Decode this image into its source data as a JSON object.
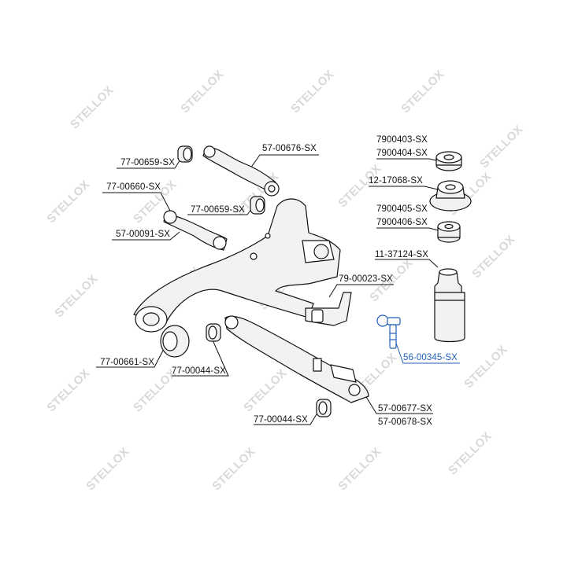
{
  "diagram": {
    "watermark_text": "STELLOX",
    "accent_color": "#1f5fb5",
    "line_color": "#111111",
    "part_fill": "#f2f2f2",
    "labels": {
      "p_77_00659_top": "77-00659-SX",
      "p_57_00676": "57-00676-SX",
      "p_77_00660": "77-00660-SX",
      "p_77_00659_mid": "77-00659-SX",
      "p_57_00091": "57-00091-SX",
      "p_7900403": "7900403-SX",
      "p_7900404": "7900404-SX",
      "p_12_17068": "12-17068-SX",
      "p_7900405": "7900405-SX",
      "p_7900406": "7900406-SX",
      "p_11_37124": "11-37124-SX",
      "p_79_00023": "79-00023-SX",
      "p_56_00345": "56-00345-SX",
      "p_77_00661": "77-00661-SX",
      "p_77_00044_mid": "77-00044-SX",
      "p_77_00044_bot": "77-00044-SX",
      "p_57_00677": "57-00677-SX",
      "p_57_00678": "57-00678-SX"
    }
  }
}
